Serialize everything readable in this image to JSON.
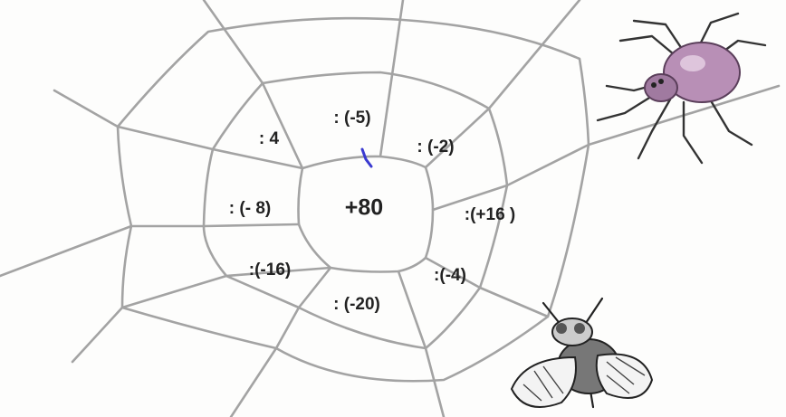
{
  "center_value": "+80",
  "cells": [
    ": (-5)",
    ": (-2)",
    ":(+16 )",
    ":(-4)",
    ": (-20)",
    ":(-16)",
    ": (- 8)",
    ": 4"
  ],
  "colors": {
    "web_line": "#a3a3a3",
    "text": "#222222",
    "spider_body": "#b88fb6",
    "ink_mark": "#3a3ad0"
  }
}
